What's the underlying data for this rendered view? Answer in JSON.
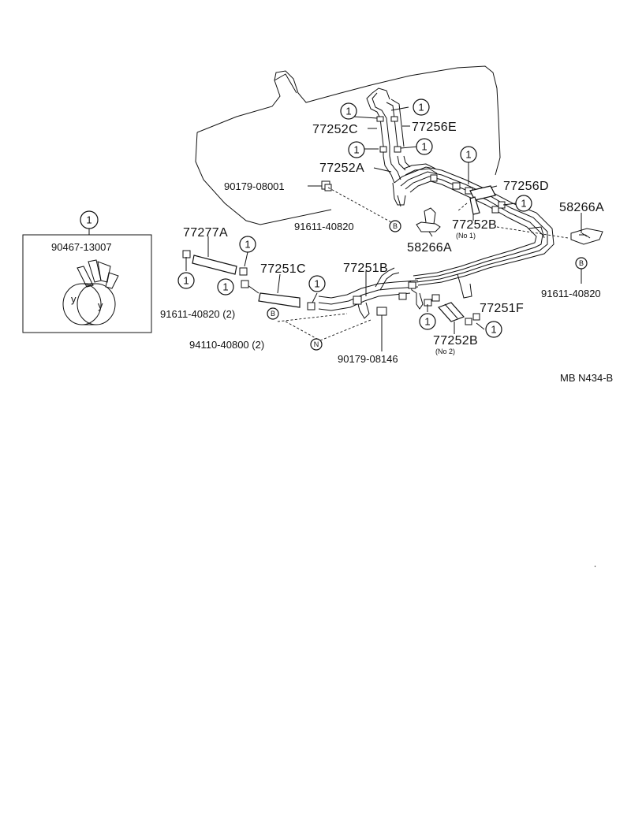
{
  "diagram_id": "MB N434-B",
  "inset": {
    "ref_marker": "1",
    "part_no": "90467-13007",
    "clip_letter": "y"
  },
  "ref_marker_text": "1",
  "badges": {
    "B": "B",
    "N": "N"
  },
  "labels": {
    "p77252C": "77252C",
    "p77256E": "77256E",
    "p77252A": "77252A",
    "p90179_08001": "90179-08001",
    "p77256D": "77256D",
    "p58266A_right": "58266A",
    "p91611_40820_mid": "91611-40820",
    "p77252B_1": "77252B",
    "p77252B_1_note": "(No 1)",
    "p58266A_mid": "58266A",
    "p77277A": "77277A",
    "p77251C": "77251C",
    "p77251B": "77251B",
    "p91611_40820_right": "91611-40820",
    "p91611_40820_2": "91611-40820 (2)",
    "p94110_40800_2": "94110-40800 (2)",
    "p77251F": "77251F",
    "p77252B_2": "77252B",
    "p77252B_2_note": "(No 2)",
    "p90179_08146": "90179-08146"
  }
}
